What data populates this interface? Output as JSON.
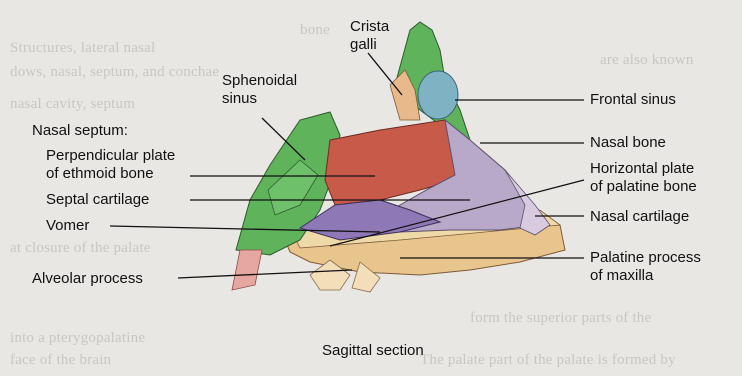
{
  "diagram": {
    "labels": {
      "crista_galli": [
        "Crista",
        "galli"
      ],
      "sphenoidal_sinus": [
        "Sphenoidal",
        "sinus"
      ],
      "frontal_sinus": "Frontal sinus",
      "nasal_septum": "Nasal septum:",
      "perpendicular_plate": [
        "Perpendicular plate",
        "of ethmoid bone"
      ],
      "nasal_bone": "Nasal bone",
      "horizontal_plate": [
        "Horizontal plate",
        "of palatine bone"
      ],
      "septal_cartilage": "Septal cartilage",
      "nasal_cartilage": "Nasal cartilage",
      "vomer": "Vomer",
      "palatine_process": [
        "Palatine process",
        "of maxilla"
      ],
      "alveolar_process": "Alveolar process",
      "caption": "Sagittal section"
    },
    "colors": {
      "sphenoid_green": "#5fb35b",
      "frontal_blue": "#7fb3c4",
      "ethmoid_red": "#c85a4a",
      "septal_cartilage_lilac": "#b9a9c9",
      "vomer_purple": "#8e79b6",
      "maxilla_tan": "#e8c58c",
      "background": "#e9e7e4"
    }
  }
}
